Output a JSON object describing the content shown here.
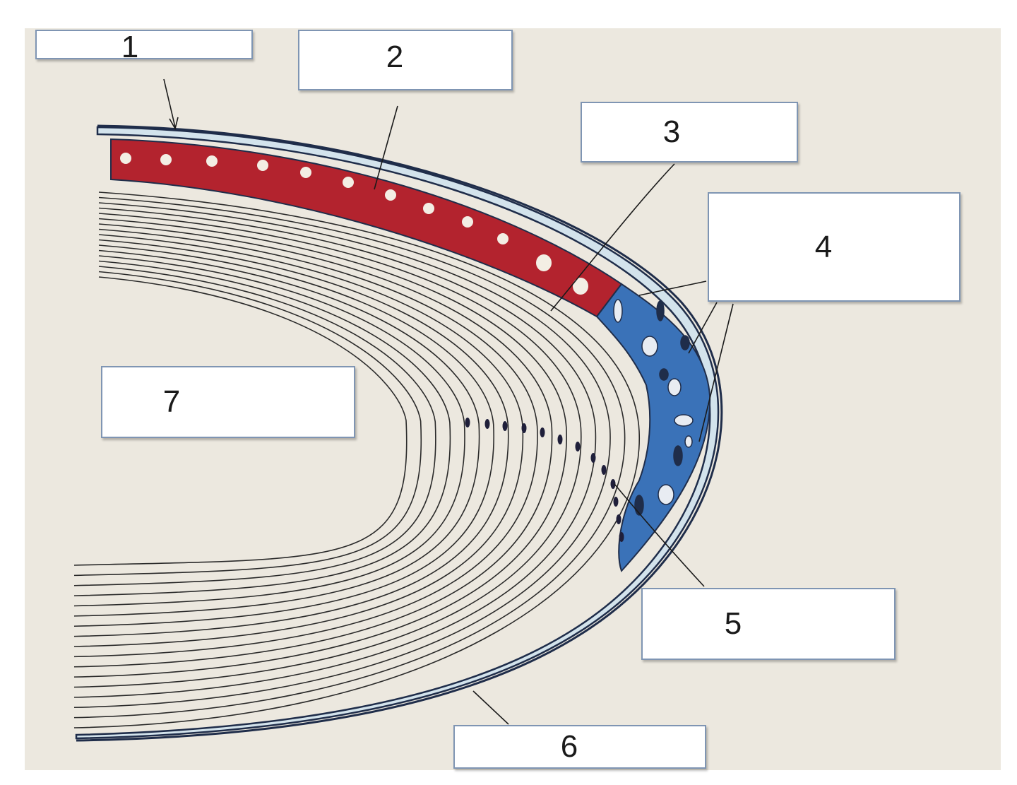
{
  "diagram": {
    "colors": {
      "background": "#ece8df",
      "red_layer": "#b3232e",
      "blue_layer": "#3a72b8",
      "outline": "#1f2d4a",
      "capsule_fill": "#d3e3ec",
      "fiber_line": "#2a2a2a"
    },
    "labels": [
      {
        "id": "1",
        "text": "1"
      },
      {
        "id": "2",
        "text": "2"
      },
      {
        "id": "3",
        "text": "3"
      },
      {
        "id": "4",
        "text": "4"
      },
      {
        "id": "5",
        "text": "5"
      },
      {
        "id": "6",
        "text": "6"
      },
      {
        "id": "7",
        "text": "7"
      }
    ]
  }
}
